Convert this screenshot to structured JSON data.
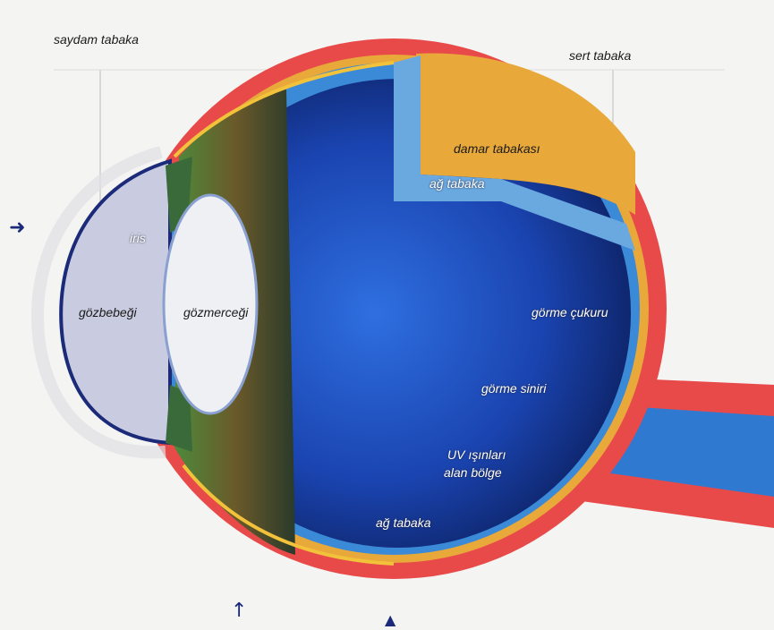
{
  "labels": {
    "cornea": "saydam tabaka",
    "sclera": "sert tabaka",
    "choroid": "damar tabakası",
    "retina_top": "ağ tabaka",
    "iris": "iris",
    "pupil": "gözbebeği",
    "lens": "gözmerceği",
    "fovea": "görme çukuru",
    "optic_nerve": "görme siniri",
    "uv_line1": "UV ışınları",
    "uv_line2": "alan bölge",
    "retina_bottom": "ağ tabaka"
  },
  "colors": {
    "sclera": "#e84a4a",
    "choroid": "#e8a83a",
    "retina": "#3a8ad8",
    "vitreous": "#1a4fb8",
    "lens": "#eef0f4",
    "cornea": "#c9cce0",
    "arrow": "#1c2a7a"
  },
  "icons": [
    "left-arrow-icon",
    "up-arrow-icon"
  ]
}
